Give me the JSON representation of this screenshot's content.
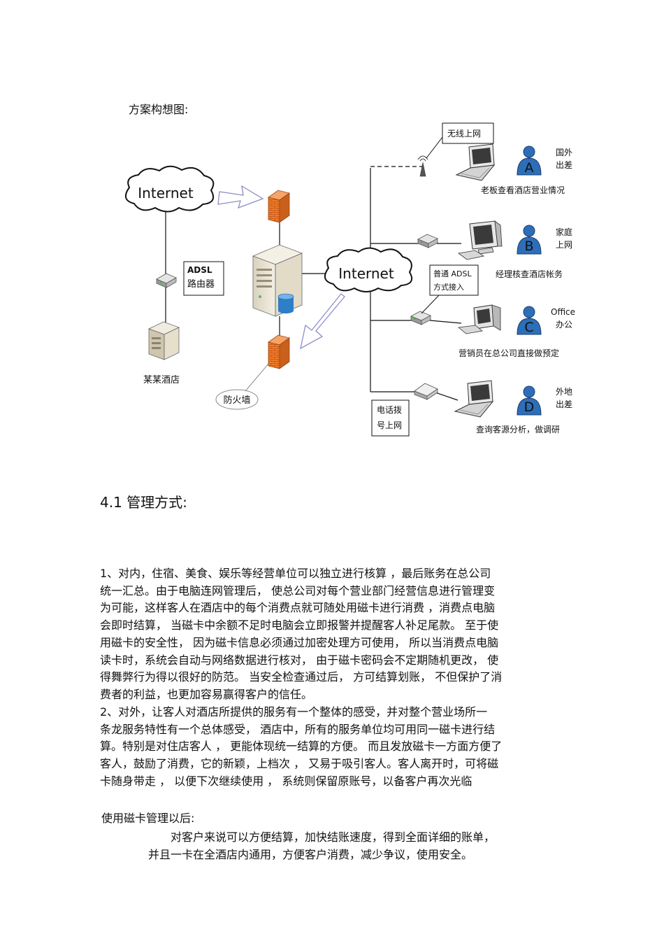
{
  "intro_title": "方案构想图:",
  "diagram": {
    "internet_left": "Internet",
    "internet_right": "Internet",
    "adsl_router_line1": "ADSL",
    "adsl_router_line2": "路由器",
    "hotel": "某某酒店",
    "firewall": "防火墙",
    "wireless": "无线上网",
    "adsl_access_line1": "普通 ADSL",
    "adsl_access_line2": "方式接入",
    "dialup_line1": "电话拨",
    "dialup_line2": "号上网",
    "users": [
      {
        "letter": "A",
        "place_line1": "国外",
        "place_line2": "出差",
        "caption": "老板查看酒店营业情况"
      },
      {
        "letter": "B",
        "place_line1": "家庭",
        "place_line2": "上网",
        "caption": "经理核查酒店帐务"
      },
      {
        "letter": "C",
        "place_line1": "Office",
        "place_line2": "办公",
        "caption": "营销员在总公司直接做预定"
      },
      {
        "letter": "D",
        "place_line1": "外地",
        "place_line2": "出差",
        "caption": "查询客源分析，做调研"
      }
    ]
  },
  "section_title": "4.1  管理方式:",
  "para1": [
    "1、对内，住宿、美食、娱乐等经营单位可以独立进行核算       ，最后账务在总公司",
    "统一汇总。由于电脑连网管理后，   使总公司对每个营业部门经营信息进行管理变",
    "为可能，这样客人在酒店中的每个消费点就可随处用磁卡进行消费       ，消费点电脑",
    "会即时结算，  当磁卡中余额不足时电脑会立即报警并提醒客人补足尾款。      至于使",
    "用磁卡的安全性，  因为磁卡信息必须通过加密处理方可使用，      所以当消费点电脑",
    "读卡时，系统会自动与网络数据进行核对，      由于磁卡密码会不定期随机更改，     使",
    "得舞弊行为得以很好的防范。   当安全检查通过后，   方可结算划账，  不但保护了消",
    "费者的利益，也更加容易赢得客户的信任。"
  ],
  "para2": [
    "2、对外，让客人对酒店所提供的服务有一个整体的感受，并对整个营业场所一",
    "条龙服务特性有一个总体感受，    酒店中，所有的服务单位均可用同一磁卡进行结",
    "算。特别是对住店客人  ，  更能体现统一结算的方便。   而且发放磁卡一方面方便了",
    "客人，鼓励了消费，它的新颖，上档次   ，  又易于吸引客人。客人离开时，可将磁",
    "卡随身带走 ，  以便下次继续使用  ，  系统则保留原账号，以备客户再次光临"
  ],
  "after_title": "使用磁卡管理以后:",
  "after_line1": "对客户来说可以方便结算，加快结账速度，得到全面详细的账单，",
  "after_line2": "并且一卡在全酒店内通用，方便客户消费，减少争议，使用安全。"
}
